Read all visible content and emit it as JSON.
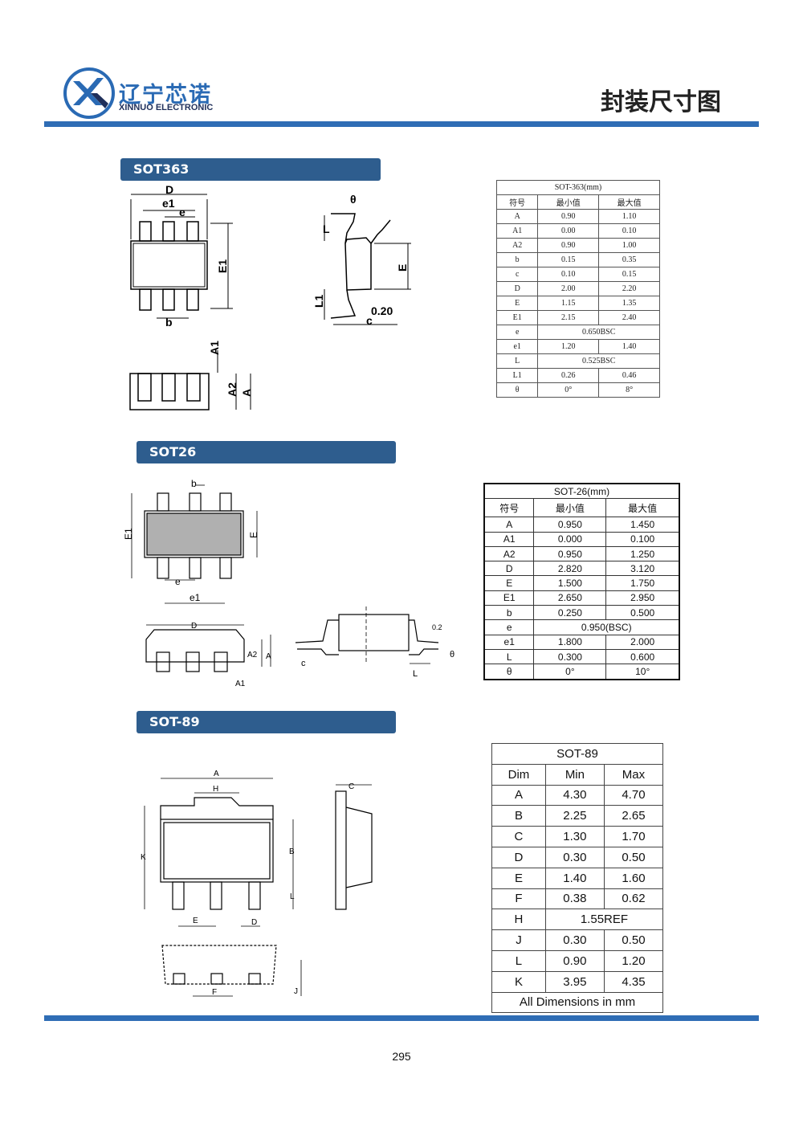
{
  "header": {
    "company_cn": "辽宁芯诺",
    "company_en": "XINNUO ELECTRONIC",
    "doc_title": "封装尺寸图",
    "accent_color": "#2f6db5",
    "logo_icon": "xn-circle-logo-icon"
  },
  "sections": {
    "sot363": {
      "title": "SOT363",
      "labels": {
        "D": "D",
        "e1": "e1",
        "e": "e",
        "E1": "E1",
        "b": "b",
        "theta": "θ",
        "L": "L",
        "E": "E",
        "L1": "L1",
        "dim020": "0.20",
        "c": "c",
        "A1": "A1",
        "A2": "A2",
        "A": "A"
      },
      "table": {
        "caption": "SOT-363(mm)",
        "headers": [
          "符号",
          "最小值",
          "最大值"
        ],
        "rows": [
          [
            "A",
            "0.90",
            "1.10"
          ],
          [
            "A1",
            "0.00",
            "0.10"
          ],
          [
            "A2",
            "0.90",
            "1.00"
          ],
          [
            "b",
            "0.15",
            "0.35"
          ],
          [
            "c",
            "0.10",
            "0.15"
          ],
          [
            "D",
            "2.00",
            "2.20"
          ],
          [
            "E",
            "1.15",
            "1.35"
          ],
          [
            "E1",
            "2.15",
            "2.40"
          ],
          [
            "e",
            "0.650BSC"
          ],
          [
            "e1",
            "1.20",
            "1.40"
          ],
          [
            "L",
            "0.525BSC"
          ],
          [
            "L1",
            "0.26",
            "0.46"
          ],
          [
            "θ",
            "0°",
            "8°"
          ]
        ]
      }
    },
    "sot26": {
      "title": "SOT26",
      "labels": {
        "b": "b",
        "E1": "E1",
        "E": "E",
        "e": "e",
        "e1": "e1",
        "D": "D",
        "A2": "A2",
        "A": "A",
        "A1": "A1",
        "c": "c",
        "L": "L",
        "dim02": "0.2",
        "theta": "θ"
      },
      "table": {
        "caption": "SOT-26(mm)",
        "headers": [
          "符号",
          "最小值",
          "最大值"
        ],
        "rows": [
          [
            "A",
            "0.950",
            "1.450"
          ],
          [
            "A1",
            "0.000",
            "0.100"
          ],
          [
            "A2",
            "0.950",
            "1.250"
          ],
          [
            "D",
            "2.820",
            "3.120"
          ],
          [
            "E",
            "1.500",
            "1.750"
          ],
          [
            "E1",
            "2.650",
            "2.950"
          ],
          [
            "b",
            "0.250",
            "0.500"
          ],
          [
            "e",
            "0.950(BSC)"
          ],
          [
            "e1",
            "1.800",
            "2.000"
          ],
          [
            "L",
            "0.300",
            "0.600"
          ],
          [
            "θ",
            "0°",
            "10°"
          ]
        ]
      }
    },
    "sot89": {
      "title": "SOT-89",
      "labels": {
        "A": "A",
        "H": "H",
        "K": "K",
        "B": "B",
        "L": "L",
        "E": "E",
        "D": "D",
        "C": "C",
        "F": "F",
        "J": "J"
      },
      "table": {
        "caption": "SOT-89",
        "headers": [
          "Dim",
          "Min",
          "Max"
        ],
        "rows": [
          [
            "A",
            "4.30",
            "4.70"
          ],
          [
            "B",
            "2.25",
            "2.65"
          ],
          [
            "C",
            "1.30",
            "1.70"
          ],
          [
            "D",
            "0.30",
            "0.50"
          ],
          [
            "E",
            "1.40",
            "1.60"
          ],
          [
            "F",
            "0.38",
            "0.62"
          ],
          [
            "H",
            "1.55REF"
          ],
          [
            "J",
            "0.30",
            "0.50"
          ],
          [
            "L",
            "0.90",
            "1.20"
          ],
          [
            "K",
            "3.95",
            "4.35"
          ]
        ],
        "footer": "All Dimensions in mm"
      }
    }
  },
  "footer": {
    "page_number": "295"
  }
}
